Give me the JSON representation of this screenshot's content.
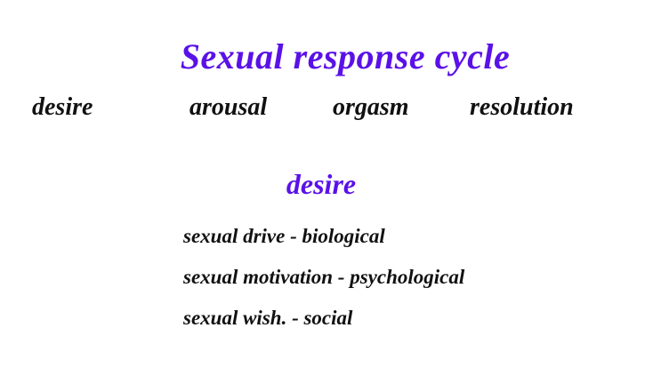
{
  "slide": {
    "background_color": "#ffffff",
    "accent_color": "#5a11e8",
    "text_color": "#111111",
    "title": "Sexual response cycle",
    "phases": [
      {
        "label": "desire"
      },
      {
        "label": "arousal"
      },
      {
        "label": "orgasm"
      },
      {
        "label": "resolution"
      }
    ],
    "section": {
      "heading": "desire",
      "lines": [
        {
          "text": "sexual drive - biological"
        },
        {
          "text": "sexual motivation - psychological"
        },
        {
          "text": "sexual wish. - social"
        }
      ]
    }
  }
}
